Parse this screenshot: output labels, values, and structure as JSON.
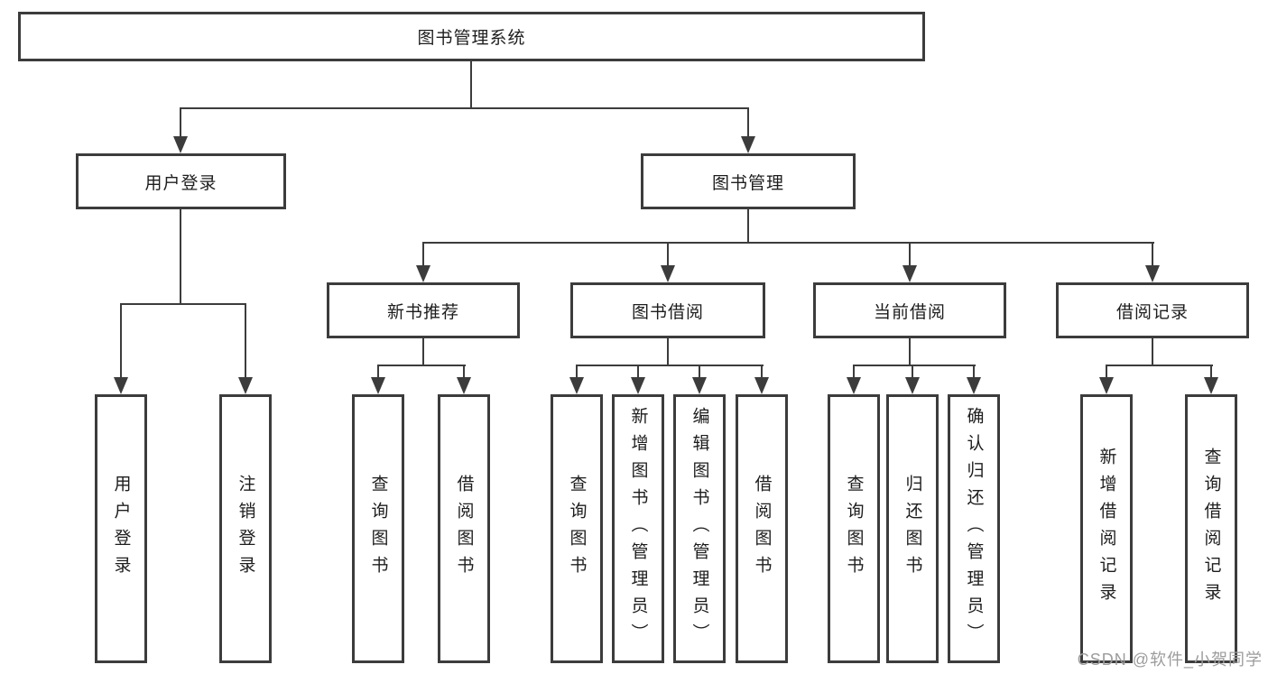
{
  "diagram": {
    "root": {
      "label": "图书管理系统"
    },
    "branches": [
      {
        "label": "用户登录",
        "children": [
          {
            "label": "用户登录"
          },
          {
            "label": "注销登录"
          }
        ]
      },
      {
        "label": "图书管理",
        "children": [
          {
            "label": "新书推荐",
            "children": [
              {
                "label": "查询图书"
              },
              {
                "label": "借阅图书"
              }
            ]
          },
          {
            "label": "图书借阅",
            "children": [
              {
                "label": "查询图书"
              },
              {
                "label": "新增图书（管理员）"
              },
              {
                "label": "编辑图书（管理员）"
              },
              {
                "label": "借阅图书"
              }
            ]
          },
          {
            "label": "当前借阅",
            "children": [
              {
                "label": "查询图书"
              },
              {
                "label": "归还图书"
              },
              {
                "label": "确认归还（管理员）"
              }
            ]
          },
          {
            "label": "借阅记录",
            "children": [
              {
                "label": "新增借阅记录"
              },
              {
                "label": "查询借阅记录"
              }
            ]
          }
        ]
      }
    ]
  },
  "watermark": {
    "text": "CSDN @软件_小贺同学"
  },
  "colors": {
    "line": "#3c3c3c",
    "text": "#1d1d1d",
    "background": "#ffffff",
    "watermark": "#9c9c9c"
  }
}
